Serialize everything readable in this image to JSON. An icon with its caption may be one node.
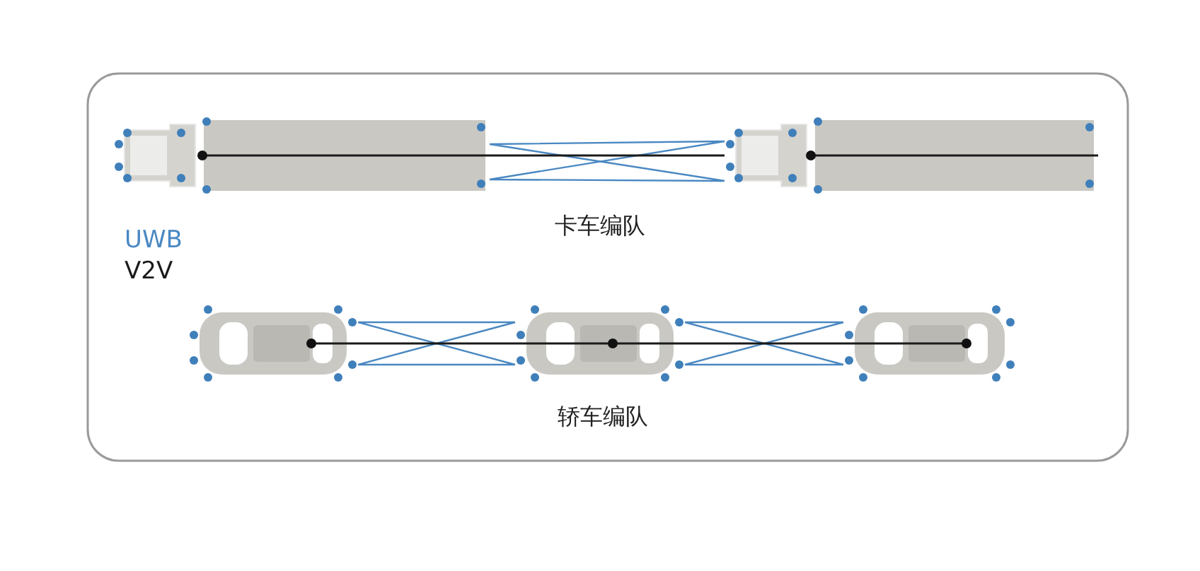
{
  "diagram": {
    "nodes": [
      {
        "text": [],
        "shape": "picture"
      },
      {
        "text": [],
        "shape": "picture"
      },
      {
        "text": [],
        "shape": "picture"
      },
      {
        "text": [],
        "shape": "picture"
      },
      {
        "text": [],
        "shape": "picture"
      }
    ],
    "edges": [
      {
        "from": 0,
        "to": 1,
        "arrow": "none",
        "color": "#4a88c2"
      },
      {
        "from": 0,
        "to": 1,
        "arrow": "none",
        "color": "#1a1a1a"
      },
      {
        "from": 2,
        "to": 3,
        "arrow": "none",
        "color": "#4a88c2"
      },
      {
        "from": 2,
        "to": 3,
        "arrow": "none",
        "color": "#1a1a1a"
      },
      {
        "from": 3,
        "to": 4,
        "arrow": "none",
        "color": "#4a88c2"
      },
      {
        "from": 3,
        "to": 4,
        "arrow": "none",
        "color": "#1a1a1a"
      }
    ],
    "labels": [
      "卡车编队",
      "轿车编队"
    ],
    "legend": [
      {
        "text": "UWB",
        "color": "#4a88c2"
      },
      {
        "text": "V2V",
        "color": "#1a1a1a"
      }
    ]
  }
}
